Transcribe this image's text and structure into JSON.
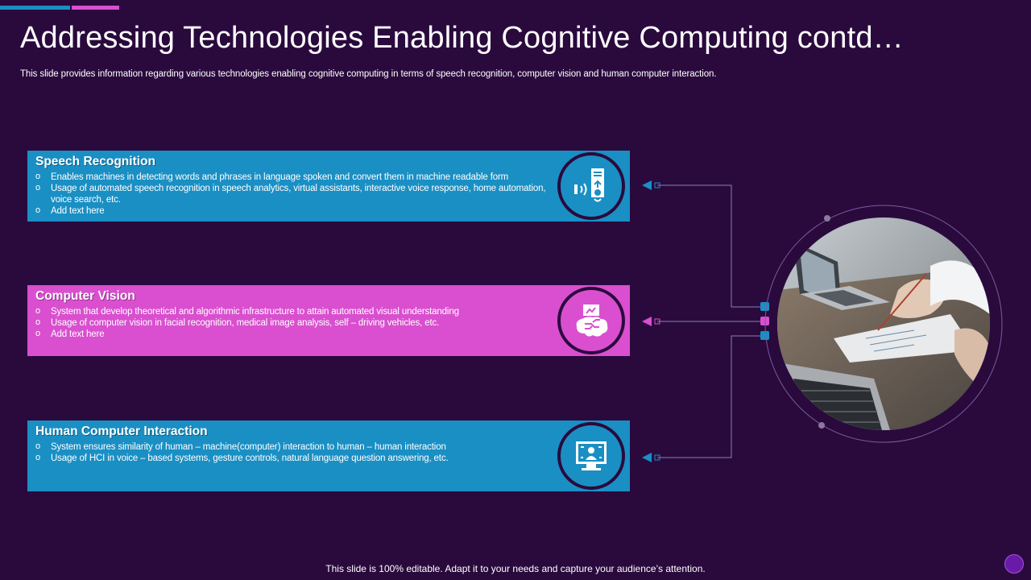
{
  "slide": {
    "title": "Addressing Technologies Enabling Cognitive Computing contd…",
    "subtitle": "This slide provides information regarding various technologies enabling cognitive computing in terms of speech recognition, computer vision and human computer interaction.",
    "footer": "This slide is 100% editable. Adapt it to your needs and capture your audience’s attention."
  },
  "cards": [
    {
      "title": "Speech Recognition",
      "icon": "speech-document-icon",
      "color": "#1a8fc4",
      "bullets": [
        "Enables machines in detecting words and phrases in language spoken and convert them in machine readable form",
        "Usage of automated speech recognition in speech analytics, virtual assistants, interactive voice response, home automation, voice search, etc.",
        "Add text here"
      ]
    },
    {
      "title": "Computer Vision",
      "icon": "brain-circuit-icon",
      "color": "#d94fcf",
      "bullets": [
        "System that develop theoretical and algorithmic infrastructure to attain automated visual understanding",
        "Usage of computer vision in facial recognition, medical image analysis, self – driving vehicles, etc.",
        "Add text here"
      ]
    },
    {
      "title": "Human Computer Interaction",
      "icon": "monitor-user-icon",
      "color": "#1a8fc4",
      "bullets": [
        "System ensures similarity of human – machine(computer) interaction to human – human interaction",
        "Usage of HCI in voice – based systems, gesture controls, natural language question answering, etc."
      ]
    }
  ],
  "colors": {
    "background": "#2a0a3d",
    "blue": "#1a8fc4",
    "pink": "#d94fcf",
    "connector": "#8a7fb8"
  },
  "photo": {
    "icon": "laptop-meeting-photo"
  }
}
